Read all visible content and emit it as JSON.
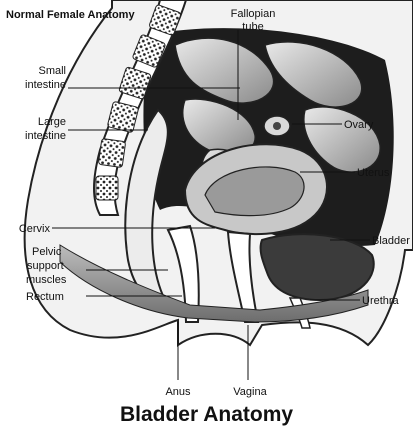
{
  "diagram": {
    "heading": "Normal Female Anatomy",
    "title": "Bladder Anatomy",
    "labels": {
      "fallopian_line1": "Fallopian",
      "fallopian_line2": "tube",
      "small_intestine_line1": "Small",
      "small_intestine_line2": "intestine",
      "large_intestine_line1": "Large",
      "large_intestine_line2": "intestine",
      "ovary": "Ovary",
      "uterus": "Uterus",
      "cervix": "Cervix",
      "pelvic_line1": "Pelvic",
      "pelvic_line2": "support",
      "pelvic_line3": "muscles",
      "rectum": "Rectum",
      "bladder": "Bladder",
      "urethra": "Urethra",
      "anus": "Anus",
      "vagina": "Vagina"
    }
  }
}
